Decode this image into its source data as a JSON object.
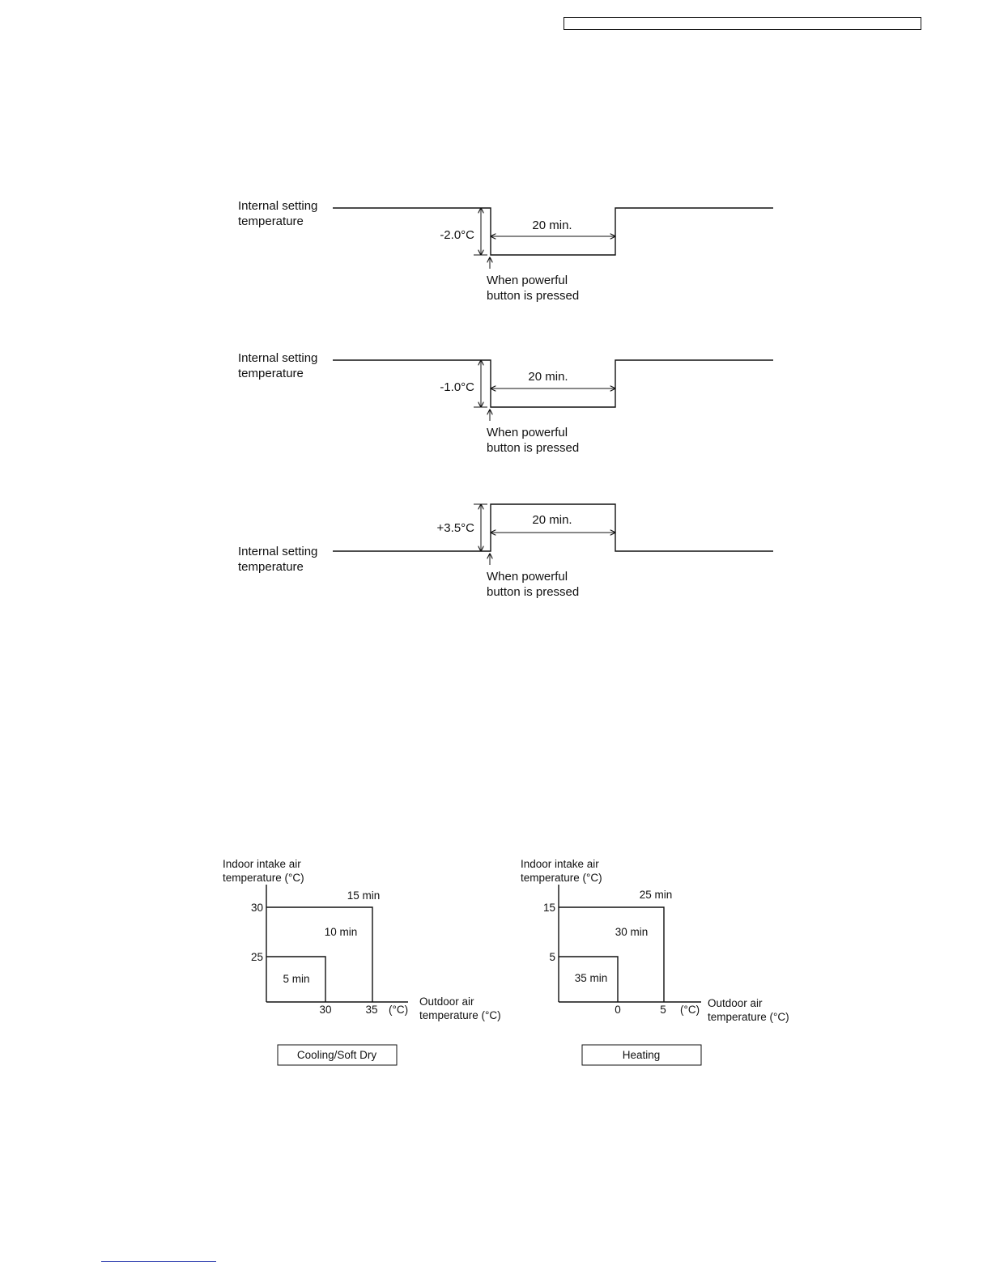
{
  "timing_diagrams": [
    {
      "level_label": "Internal setting\ntemperature",
      "offset_label": "-2.0°C",
      "duration_label": "20 min.",
      "event_label": "When powerful\nbutton is pressed",
      "direction": "down"
    },
    {
      "level_label": "Internal setting\ntemperature",
      "offset_label": "-1.0°C",
      "duration_label": "20 min.",
      "event_label": "When powerful\nbutton is pressed",
      "direction": "down"
    },
    {
      "level_label": "Internal setting\ntemperature",
      "offset_label": "+3.5°C",
      "duration_label": "20 min.",
      "event_label": "When powerful\nbutton is pressed",
      "direction": "up"
    }
  ],
  "zone_charts": [
    {
      "ylabel": "Indoor intake air\ntemperature (°C)",
      "xlabel": "Outdoor air\ntemperature (°C)",
      "x_unit": "(°C)",
      "y_ticks": [
        "30",
        "25"
      ],
      "x_ticks": [
        "30",
        "35"
      ],
      "zones": [
        "15 min",
        "10 min",
        "5 min"
      ],
      "caption": "Cooling/Soft Dry"
    },
    {
      "ylabel": "Indoor intake air\ntemperature (°C)",
      "xlabel": "Outdoor air\ntemperature (°C)",
      "x_unit": "(°C)",
      "y_ticks": [
        "15",
        "5"
      ],
      "x_ticks": [
        "0",
        "5"
      ],
      "zones": [
        "25 min",
        "30 min",
        "35 min"
      ],
      "caption": "Heating"
    }
  ]
}
